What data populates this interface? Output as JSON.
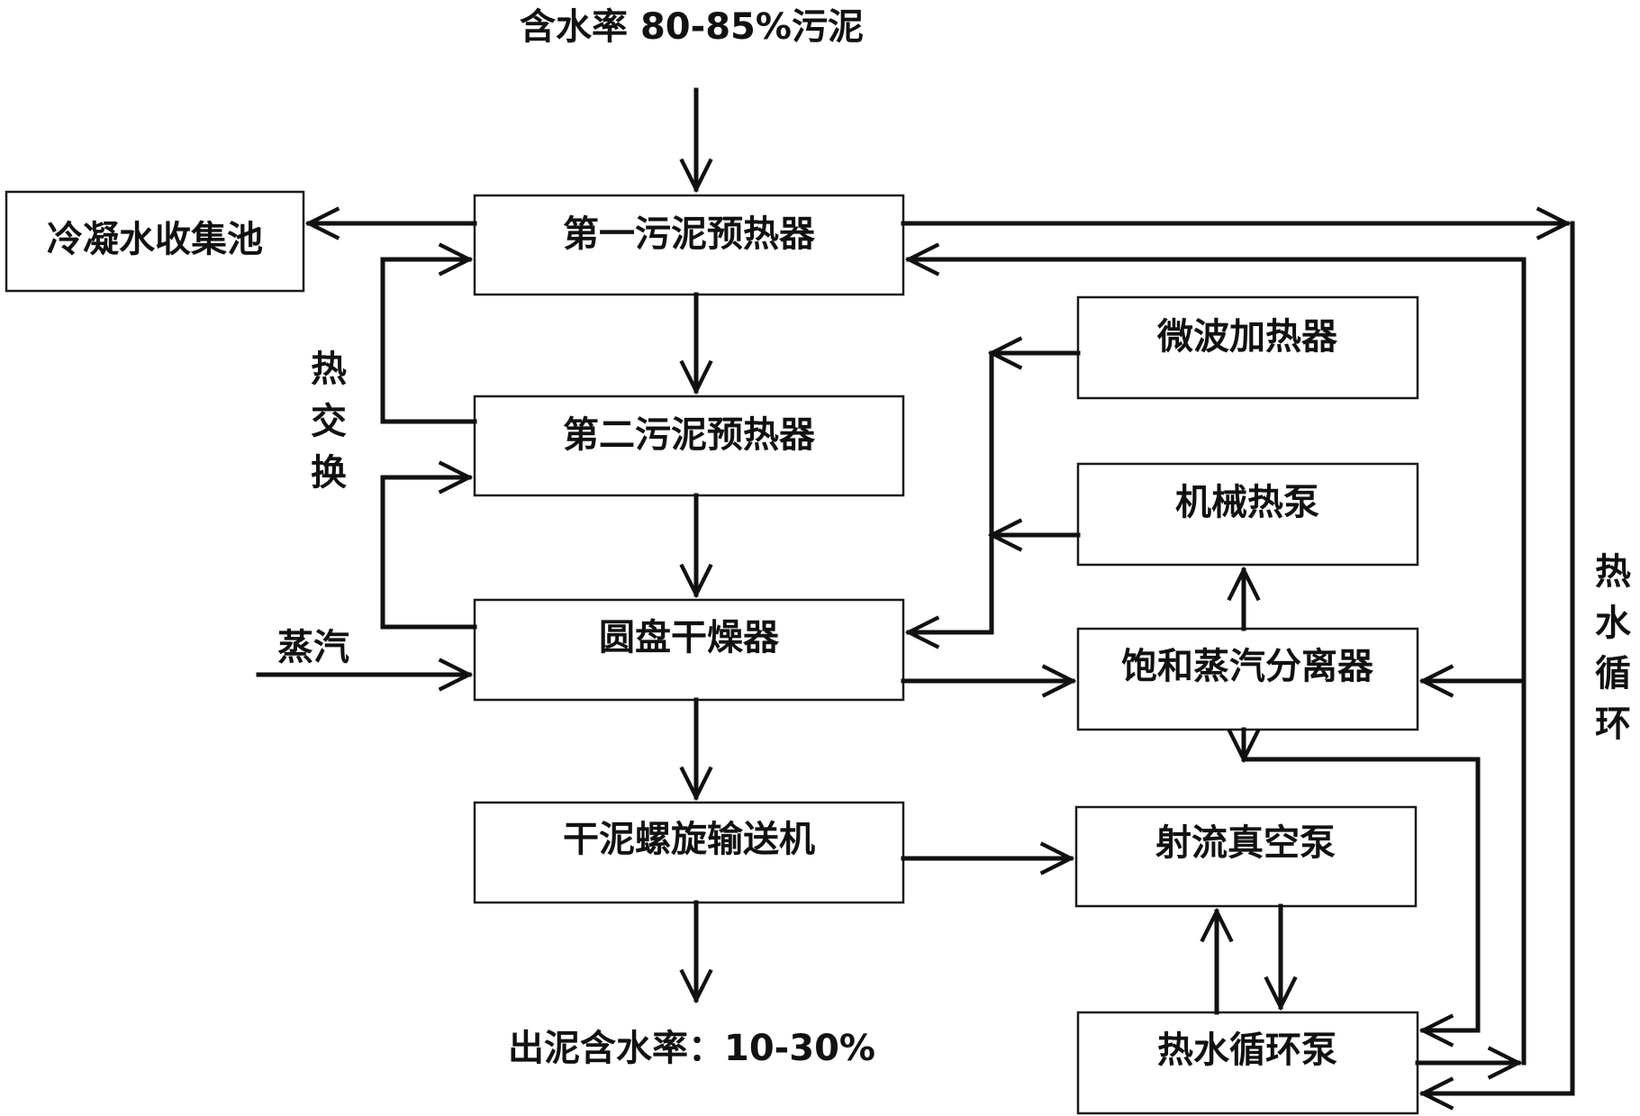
{
  "input_label": "含水率 80-85%污泥",
  "output_label": "出泥含水率：10-30%",
  "steam_label": "蒸汽",
  "heat_exchange_chars": [
    "热",
    "交",
    "换"
  ],
  "hot_water_loop_chars": [
    "热",
    "水",
    "循",
    "环"
  ],
  "nodes": {
    "condensate_pool": "冷凝水收集池",
    "preheater_1": "第一污泥预热器",
    "preheater_2": "第二污泥预热器",
    "disc_dryer": "圆盘干燥器",
    "screw_conveyor": "干泥螺旋输送机",
    "microwave_heater": "微波加热器",
    "mechanical_heat_pump": "机械热泵",
    "steam_separator": "饱和蒸汽分离器",
    "jet_vacuum_pump": "射流真空泵",
    "hot_water_pump": "热水循环泵"
  }
}
